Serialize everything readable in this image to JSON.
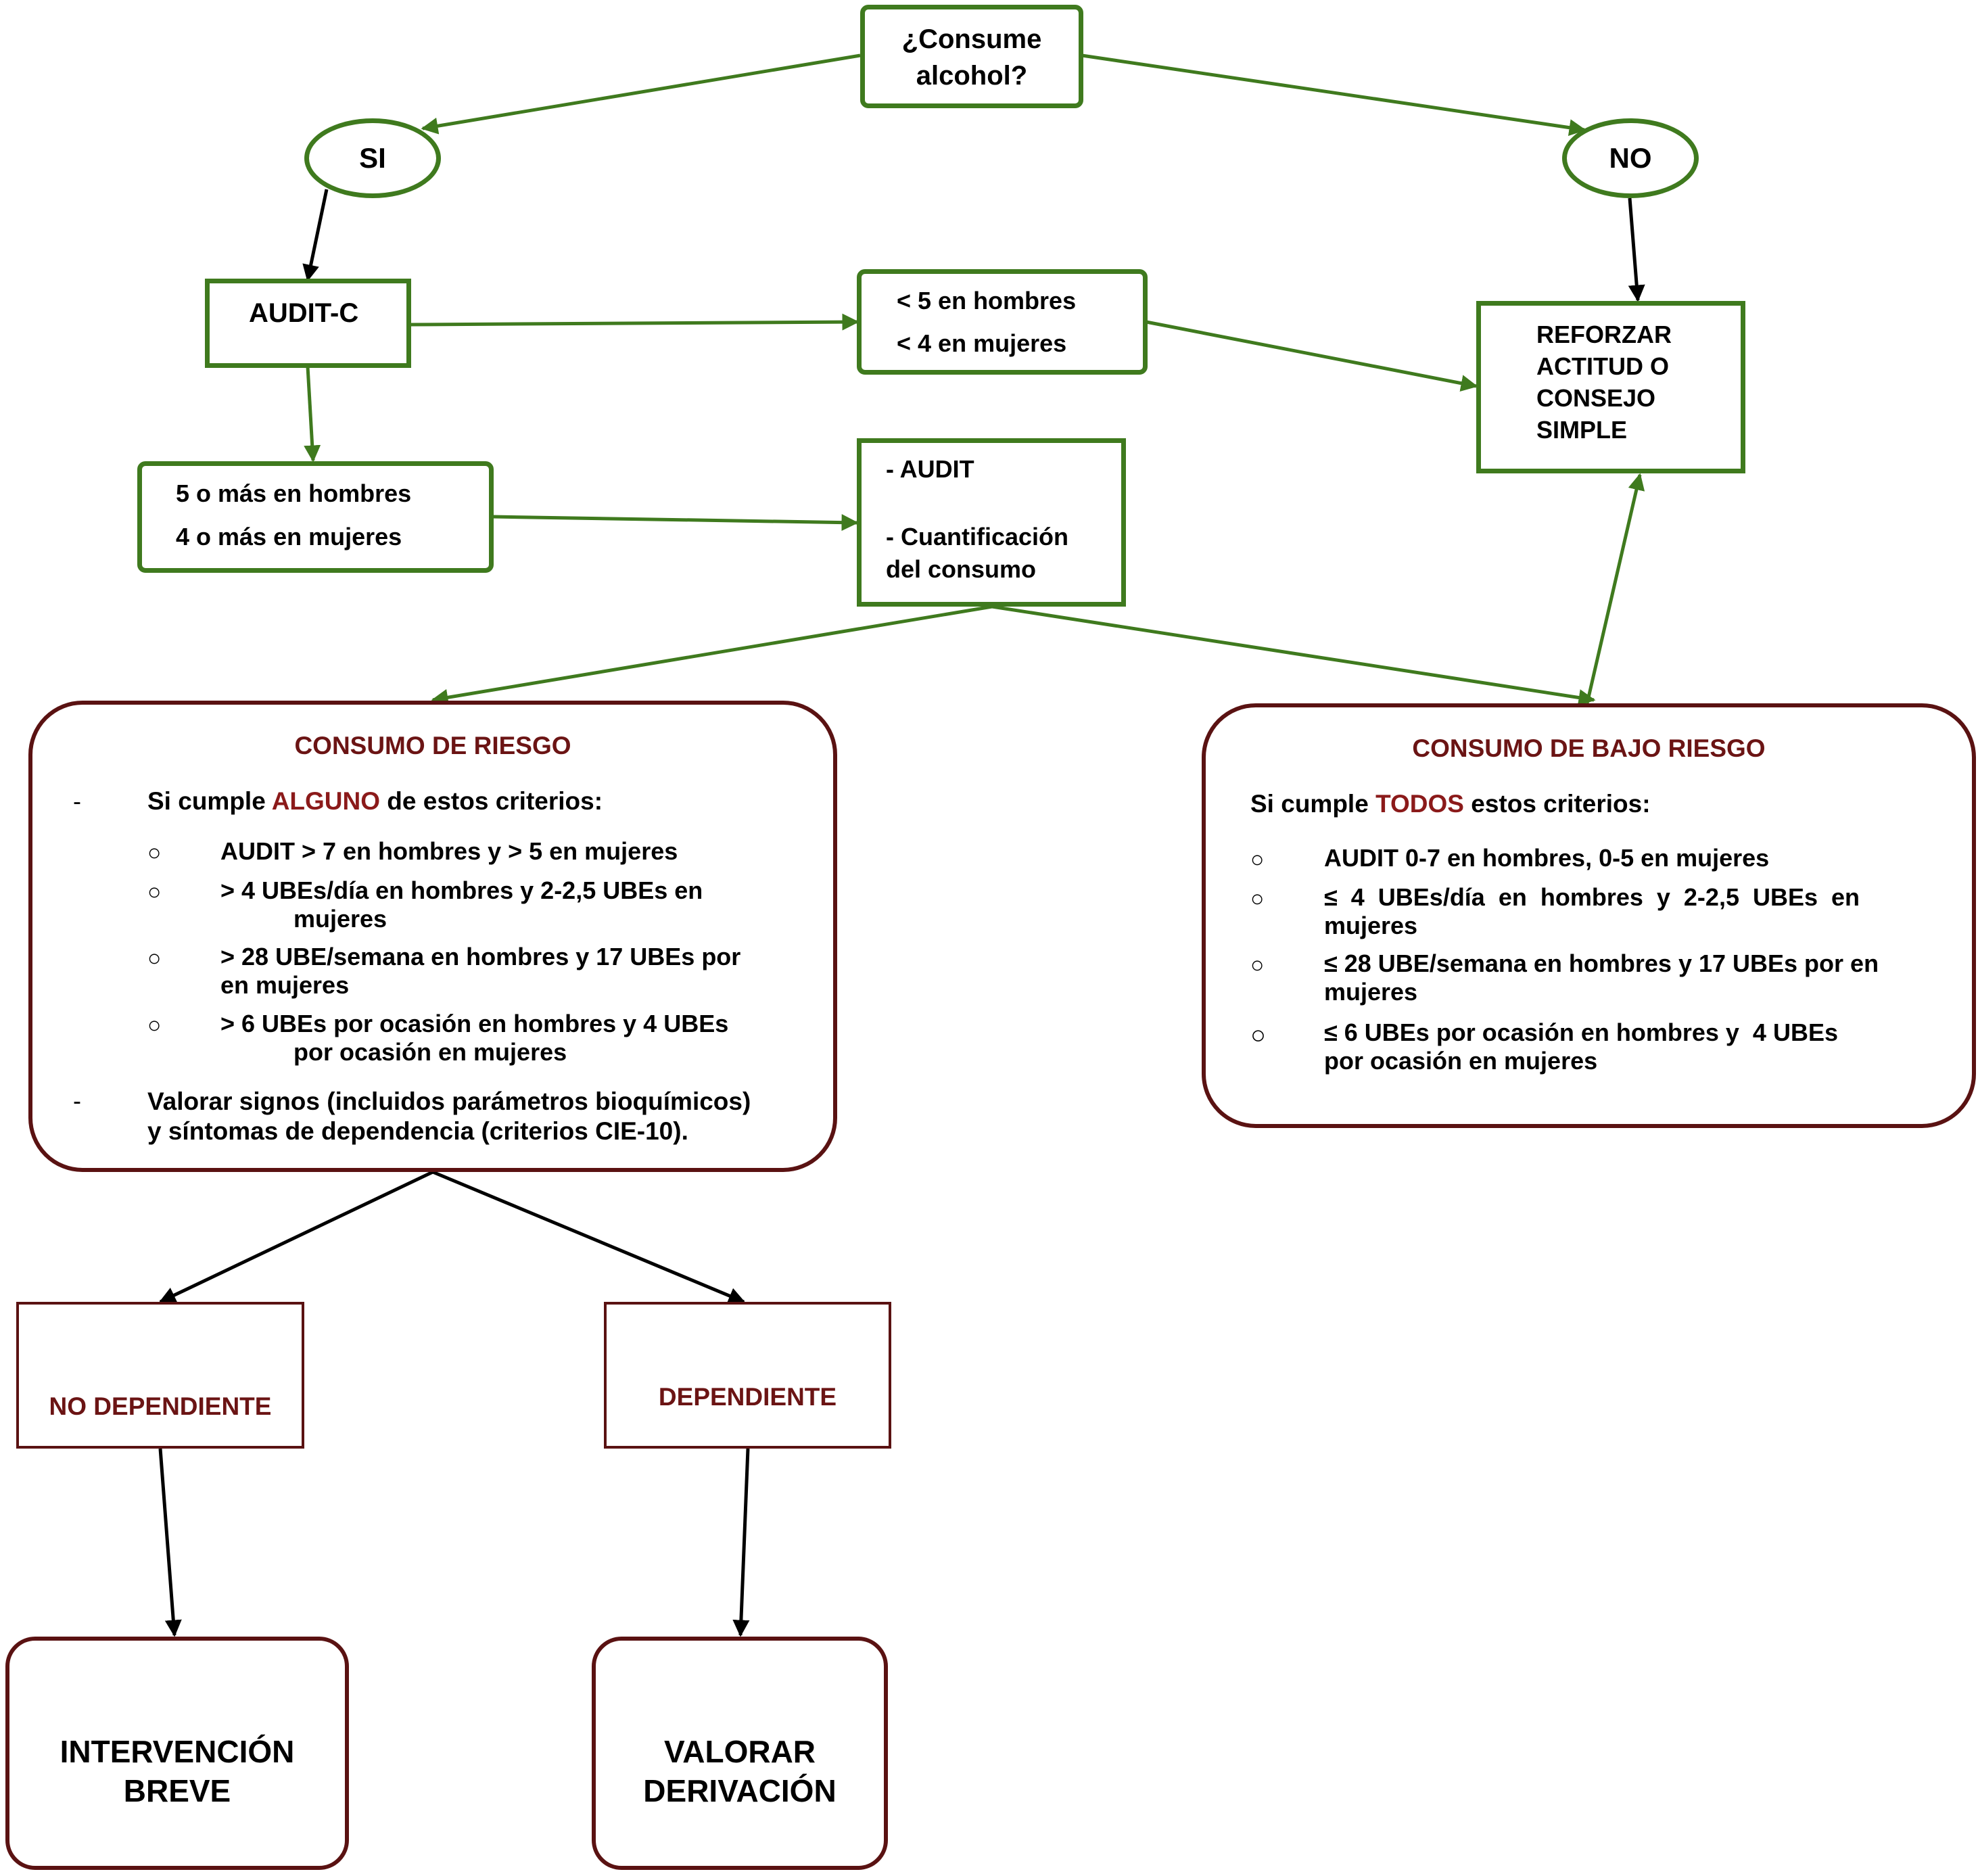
{
  "nodes": {
    "question": "¿Consume alcohol?",
    "question_lines": [
      "¿Consume",
      "alcohol?"
    ],
    "si": "SI",
    "no": "NO",
    "audit_c": "AUDIT-C",
    "low_score": [
      "< 5 en hombres",
      "< 4 en mujeres"
    ],
    "reforzar": [
      "REFORZAR",
      "ACTITUD O",
      "CONSEJO",
      "SIMPLE"
    ],
    "high_score": [
      "5 o más en hombres",
      "4 o más en mujeres"
    ],
    "audit_box": [
      "- AUDIT",
      "- Cuantificación",
      "del consumo"
    ],
    "no_dependiente": "NO DEPENDIENTE",
    "dependiente": "DEPENDIENTE",
    "intervencion": [
      "INTERVENCIÓN",
      "BREVE"
    ],
    "valorar": [
      "VALORAR",
      "DERIVACIÓN"
    ]
  },
  "riesgo": {
    "title": "CONSUMO DE RIESGO",
    "intro_pre": "Si cumple ",
    "intro_highlight": "ALGUNO",
    "intro_post": " de estos criterios:",
    "dash": "-",
    "bullet": "○",
    "criteria": [
      [
        "AUDIT > 7 en hombres y > 5 en mujeres"
      ],
      [
        "> 4 UBEs/día en hombres y 2-2,5 UBEs en",
        "mujeres"
      ],
      [
        "> 28 UBE/semana en hombres y 17 UBEs por",
        "en mujeres"
      ],
      [
        "> 6 UBEs por ocasión en hombres y 4 UBEs",
        "por ocasión en mujeres"
      ]
    ],
    "final": [
      "Valorar signos (incluidos parámetros bioquímicos)",
      "y síntomas de dependencia (criterios CIE-10)."
    ]
  },
  "bajo_riesgo": {
    "title": "CONSUMO DE BAJO RIESGO",
    "intro_pre": "Si cumple ",
    "intro_highlight": "TODOS",
    "intro_post": " estos criterios:",
    "bullet": "○",
    "criteria": [
      [
        "AUDIT 0-7 en hombres, 0-5 en mujeres"
      ],
      [
        "≤  4  UBEs/día  en  hombres  y  2-2,5  UBEs  en",
        "mujeres"
      ],
      [
        "≤ 28 UBE/semana en hombres y 17 UBEs por en",
        "mujeres"
      ],
      [
        "≤ 6 UBEs por ocasión en hombres y  4 UBEs",
        "por ocasión en mujeres"
      ]
    ]
  },
  "colors": {
    "green": "#3f7a1e",
    "maroon": "#5a1212",
    "arrow_black": "#000000",
    "highlight": "#8b1a1a"
  }
}
